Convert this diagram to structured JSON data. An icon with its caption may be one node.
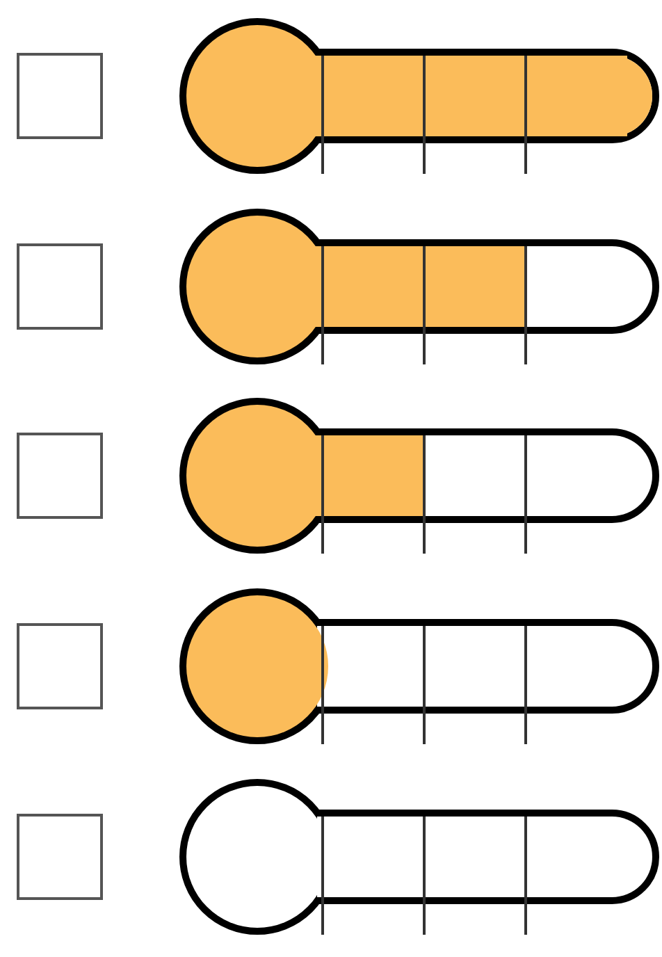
{
  "diagram": {
    "nodes": [
      {
        "text": [],
        "shape": "box"
      },
      {
        "text": [],
        "shape": "thermometer"
      },
      {
        "text": [],
        "shape": "box"
      },
      {
        "text": [],
        "shape": "thermometer"
      },
      {
        "text": [],
        "shape": "box"
      },
      {
        "text": [],
        "shape": "thermometer"
      },
      {
        "text": [],
        "shape": "box"
      },
      {
        "text": [],
        "shape": "thermometer"
      },
      {
        "text": [],
        "shape": "box"
      },
      {
        "text": [],
        "shape": "thermometer"
      }
    ]
  }
}
